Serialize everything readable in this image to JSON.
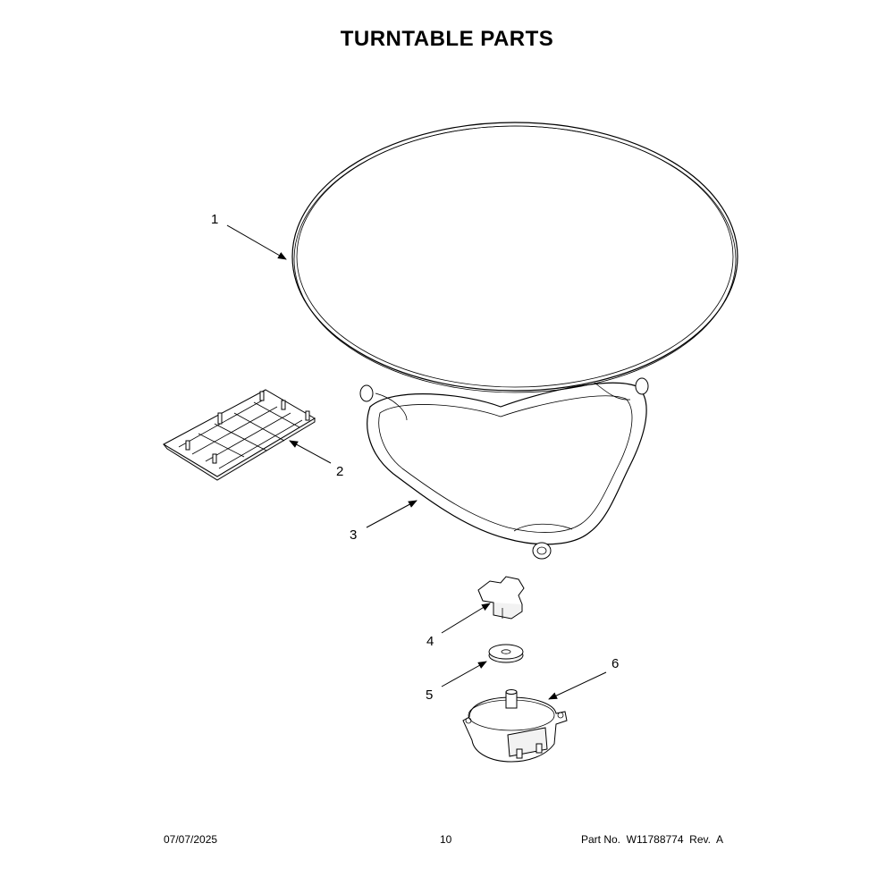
{
  "title": "TURNTABLE PARTS",
  "callouts": [
    {
      "number": "1",
      "part": "glass-tray"
    },
    {
      "number": "2",
      "part": "grille-rack"
    },
    {
      "number": "3",
      "part": "roller-ring"
    },
    {
      "number": "4",
      "part": "coupler"
    },
    {
      "number": "5",
      "part": "washer"
    },
    {
      "number": "6",
      "part": "turntable-motor"
    }
  ],
  "footer": {
    "date": "07/07/2025",
    "page": "10",
    "part_info": "Part No.  W11788774  Rev.  A"
  }
}
